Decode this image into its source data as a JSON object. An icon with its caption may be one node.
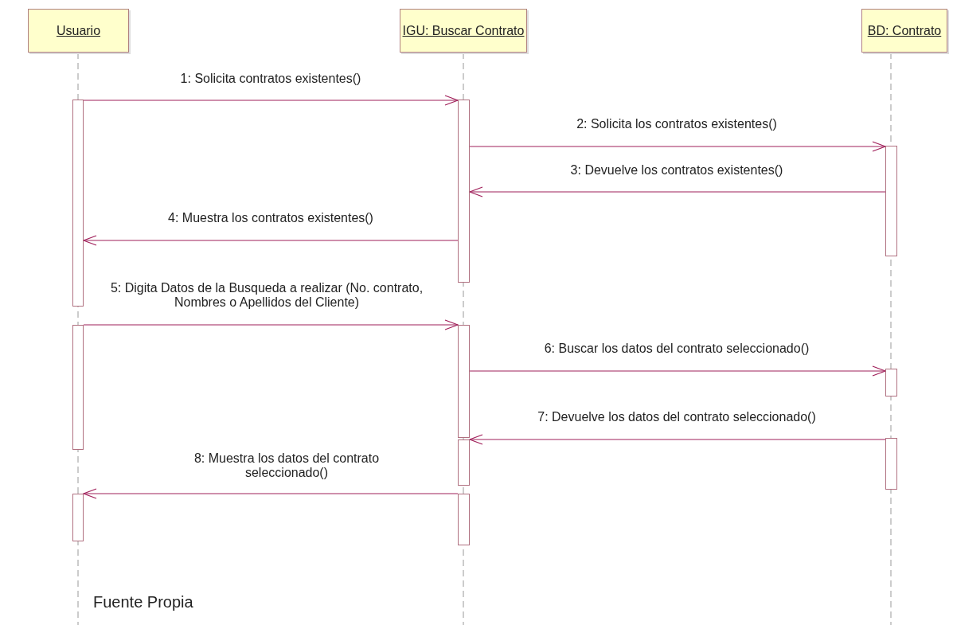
{
  "diagram": {
    "caption": "Fuente Propia",
    "nodes": [
      {
        "text": [
          "Usuario"
        ]
      },
      {
        "text": [
          "IGU: Buscar Contrato"
        ]
      },
      {
        "text": [
          "BD: Contrato"
        ]
      },
      {
        "text": [],
        "shape": "bar"
      },
      {
        "text": [],
        "shape": "bar"
      },
      {
        "text": [],
        "shape": "bar"
      },
      {
        "text": [],
        "shape": "bar"
      },
      {
        "text": [],
        "shape": "bar"
      },
      {
        "text": [],
        "shape": "bar"
      },
      {
        "text": [],
        "shape": "bar"
      },
      {
        "text": [],
        "shape": "bar"
      },
      {
        "text": [],
        "shape": "bar"
      },
      {
        "text": [],
        "shape": "bar"
      }
    ],
    "edges": [
      {
        "from": 3,
        "to": 6,
        "arrow": "to",
        "label": "1: Solicita contratos existentes()"
      },
      {
        "from": 6,
        "to": 10,
        "arrow": "to",
        "label": "2: Solicita los contratos existentes()"
      },
      {
        "from": 10,
        "to": 6,
        "arrow": "to",
        "label": "3: Devuelve los contratos existentes()"
      },
      {
        "from": 6,
        "to": 3,
        "arrow": "to",
        "label": "4: Muestra los contratos existentes()"
      },
      {
        "from": 4,
        "to": 7,
        "arrow": "to",
        "label": "5: Digita  Datos de la Busqueda a realizar (No. contrato, Nombres o Apellidos del Cliente)"
      },
      {
        "from": 7,
        "to": 11,
        "arrow": "to",
        "label": "6: Buscar los datos del contrato seleccionado()"
      },
      {
        "from": 12,
        "to": 8,
        "arrow": "to",
        "label": "7: Devuelve los datos del contrato seleccionado()"
      },
      {
        "from": 9,
        "to": 5,
        "arrow": "to",
        "label": "8: Muestra los datos del contrato seleccionado()"
      }
    ]
  }
}
